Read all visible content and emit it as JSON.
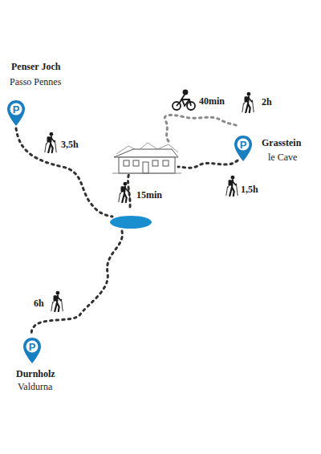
{
  "diagram": {
    "labels": [
      "Penser Joch",
      "Passo Pennes",
      "P",
      "3,5h",
      "40min",
      "2h",
      "P",
      "Grasstein",
      "le Cave",
      "1,5h",
      "15min",
      "P",
      "6h",
      "Durnholz",
      "Valdurna"
    ]
  }
}
